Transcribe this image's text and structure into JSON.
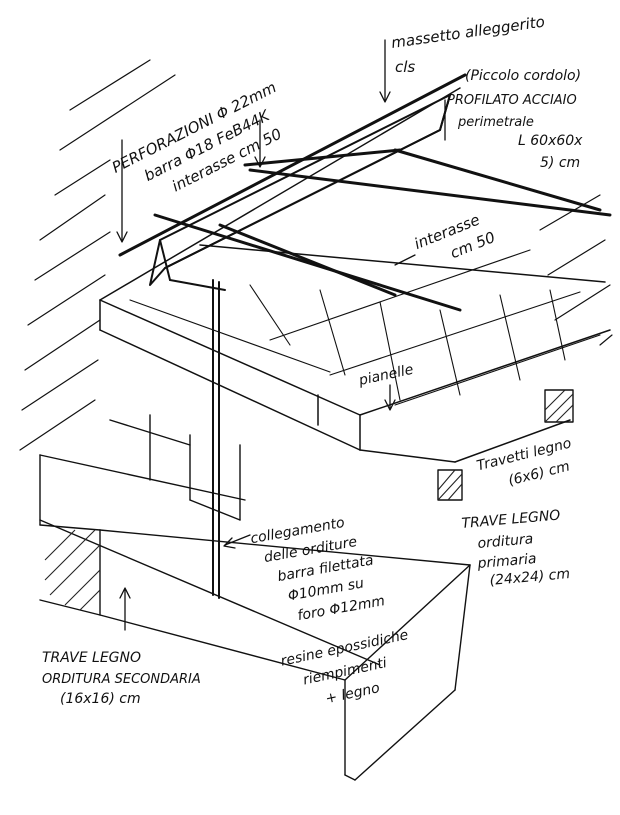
{
  "annotations": {
    "massetto": [
      "massetto alleggerito",
      "cls"
    ],
    "profilato": [
      "(Piccolo cordolo)",
      "PROFILATO ACCIAIO",
      "perimetrale",
      "L 60x60x",
      "5) cm"
    ],
    "perforazioni": [
      "PERFORAZIONI Φ 22mm",
      "barra Φ18 FeB44K",
      "interasse cm 50"
    ],
    "interasse": [
      "interasse",
      "cm 50"
    ],
    "pianelle": "pianelle",
    "travetti": [
      "Travetti legno",
      "(6x6) cm"
    ],
    "trave_primaria": [
      "TRAVE LEGNO",
      "orditura",
      "primaria",
      "(24x24) cm"
    ],
    "collegamento": [
      "collegamento",
      "delle orditure",
      "barra filettata",
      "Φ10mm su",
      "foro Φ12mm"
    ],
    "resine": [
      "resine epossidiche",
      "riempimenti",
      "+ legno"
    ],
    "trave_secondaria": [
      "TRAVE LEGNO",
      "ORDITURA SECONDARIA",
      "(16x16) cm"
    ]
  }
}
